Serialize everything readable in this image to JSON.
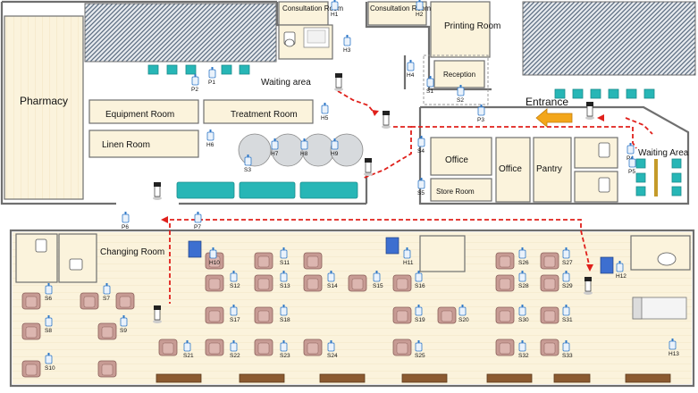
{
  "rooms": {
    "pharmacy": "Pharmacy",
    "consultation_1": "Consultation Room",
    "consultation_2": "Consultation Room",
    "printing": "Printing Room",
    "reception": "Reception",
    "waiting_top": "Waiting area",
    "equipment": "Equipment Room",
    "treatment": "Treatment Room",
    "linen": "Linen Room",
    "entrance": "Entrance",
    "office_1": "Office",
    "office_2": "Office",
    "pantry": "Pantry",
    "store": "Store Room",
    "waiting_right": "Waiting Area",
    "changing": "Changing Room"
  },
  "devices": {
    "H": [
      "H1",
      "H2",
      "H3",
      "H4",
      "H5",
      "H6",
      "H7",
      "H8",
      "H9",
      "H10",
      "H11",
      "H12",
      "H13"
    ],
    "P": [
      "P1",
      "P2",
      "P3",
      "P4",
      "P5",
      "P6",
      "P7"
    ],
    "S": [
      "S1",
      "S2",
      "S3",
      "S4",
      "S5",
      "S6",
      "S7",
      "S8",
      "S9",
      "S10",
      "S11",
      "S12",
      "S13",
      "S14",
      "S15",
      "S16",
      "S17",
      "S18",
      "S19",
      "S20",
      "S21",
      "S22",
      "S23",
      "S24",
      "S25",
      "S26",
      "S27",
      "S28",
      "S29",
      "S30",
      "S31",
      "S32",
      "S33"
    ]
  },
  "colors": {
    "wall": "#6f6f6f",
    "floor": "#fbf3dc",
    "seat_teal": "#27b6b6",
    "chair": "#c79b94",
    "dispenser": "#2f78c8",
    "path": "#e0201b",
    "arrow": "#f3a61a",
    "hatch": "#5d6e82",
    "table": "#8b5a30"
  },
  "icons": [
    "hand-sanitizer-icon",
    "robot-icon",
    "toilet-icon",
    "sink-icon",
    "armchair-icon",
    "bench-seat-icon",
    "medical-cart-icon",
    "bed-icon",
    "entrance-arrow-icon"
  ]
}
